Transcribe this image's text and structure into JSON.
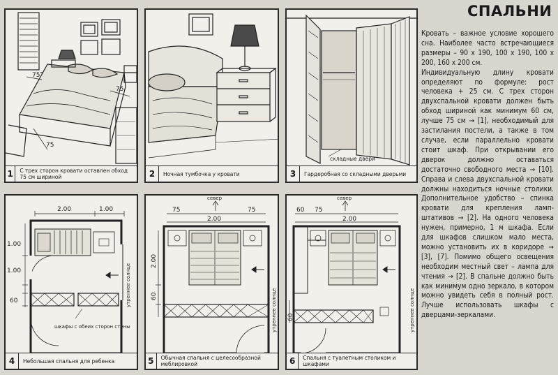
{
  "title": "СПАЛЬНИ",
  "body": [
    "Кровать – важное условие хорошего сна. Наиболее часто встречающиеся размеры – 90 х 190, 100 х 190, 100 х 200, 160 х 200 см.",
    "Индивидуальную длину кровати определяют по формуле: рост человека + 25 см. С трех сторон двухспальной кровати должен быть обход шириной как минимум 60 см, лучше 75 см → [1], необходимый для застилания постели, а также в том случае, если параллельно кровати стоит шкаф. При открывании его дверок должно оставаться достаточно свободного места → [10]. Справа и слева двухспальной кровати должны находиться ночные столики. Дополнительное удобство – спинка кровати для крепления ламп-штативов → [2]. На одного человека нужен, примерно, 1 м шкафа. Если для шкафов слишком мало места, можно установить их в коридоре → [3], [7]. Помимо общего освещения необходим местный свет – лампа для чтения → [2]. В спальне должно быть как минимум одно зеркало, в котором можно увидеть себя в полный рост. Лучше использовать шкафы с дверцами-зеркалами."
  ],
  "figures": [
    {
      "num": "1",
      "caption": "С трех сторон кровати оставлен обход 75 см шириной",
      "labels": [
        "75",
        "75",
        "75"
      ]
    },
    {
      "num": "2",
      "caption": "Ночная тумбочка у кровати"
    },
    {
      "num": "3",
      "caption": "Гардеробная со складными дверьми",
      "labels": [
        "складные двери"
      ]
    },
    {
      "num": "4",
      "caption": "Небольшая спальня для ребенка",
      "labels": [
        "2.00",
        "1.00",
        "1.00",
        "1.00",
        "60",
        "утреннее солнце",
        "шкафы с обеих сторон стены"
      ]
    },
    {
      "num": "5",
      "caption": "Обычная спальня с целесообразной меблировкой",
      "labels": [
        "север",
        "75",
        "75",
        "2.00",
        "2.00",
        "60",
        "утреннее солнце"
      ]
    },
    {
      "num": "6",
      "caption": "Спальня с туалетным столиком и шкафами",
      "labels": [
        "60",
        "75",
        "север",
        "2.00",
        "60",
        "утреннее солнце"
      ]
    }
  ]
}
